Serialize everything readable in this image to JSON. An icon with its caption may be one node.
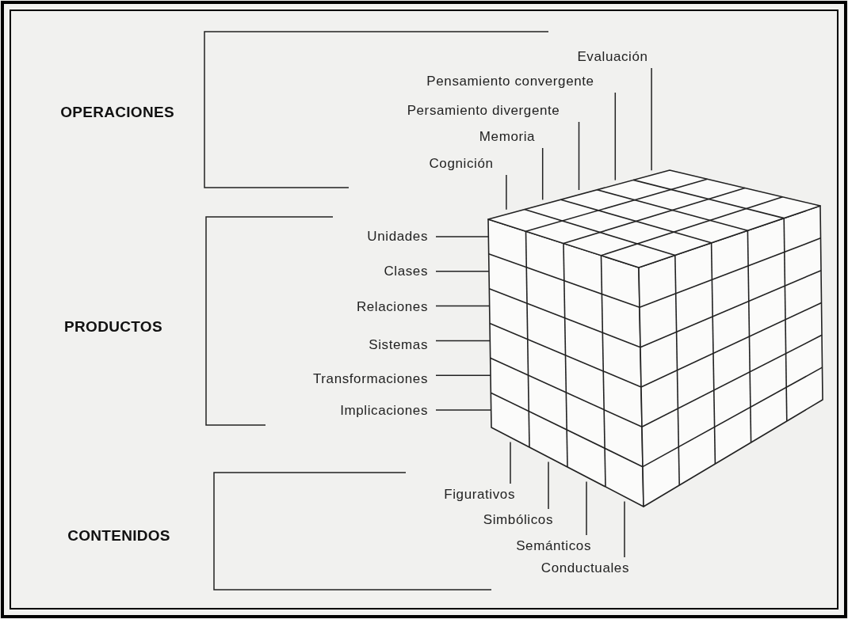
{
  "diagram": {
    "nodes": [
      {
        "text": [
          "Evaluación"
        ]
      },
      {
        "text": [
          "Pensamiento convergente"
        ]
      },
      {
        "text": [
          "Persamiento divergente"
        ]
      },
      {
        "text": [
          "Memoria"
        ]
      },
      {
        "text": [
          "Cognición"
        ]
      },
      {
        "text": [
          "Unidades"
        ]
      },
      {
        "text": [
          "Clases"
        ]
      },
      {
        "text": [
          "Relaciones"
        ]
      },
      {
        "text": [
          "Sistemas"
        ]
      },
      {
        "text": [
          "Transformaciones"
        ]
      },
      {
        "text": [
          "Implicaciones"
        ]
      },
      {
        "text": [
          "Figurativos"
        ]
      },
      {
        "text": [
          "Simbólicos"
        ]
      },
      {
        "text": [
          "Semánticos"
        ]
      },
      {
        "text": [
          "Conductuales"
        ]
      }
    ],
    "edges": [
      {
        "from": 0,
        "to": null,
        "arrow": "none"
      },
      {
        "from": 1,
        "to": null,
        "arrow": "none"
      },
      {
        "from": 2,
        "to": null,
        "arrow": "none"
      },
      {
        "from": 3,
        "to": null,
        "arrow": "none"
      },
      {
        "from": 4,
        "to": null,
        "arrow": "none"
      },
      {
        "from": 5,
        "to": null,
        "arrow": "none"
      },
      {
        "from": 6,
        "to": null,
        "arrow": "none"
      },
      {
        "from": 7,
        "to": null,
        "arrow": "none"
      },
      {
        "from": 8,
        "to": null,
        "arrow": "none"
      },
      {
        "from": 9,
        "to": null,
        "arrow": "none"
      },
      {
        "from": 10,
        "to": null,
        "arrow": "none"
      },
      {
        "from": 11,
        "to": null,
        "arrow": "none"
      },
      {
        "from": 12,
        "to": null,
        "arrow": "none"
      },
      {
        "from": 13,
        "to": null,
        "arrow": "none"
      },
      {
        "from": 14,
        "to": null,
        "arrow": "none"
      }
    ],
    "labels": [
      "OPERACIONES",
      "PRODUCTOS",
      "CONTENIDOS"
    ]
  }
}
